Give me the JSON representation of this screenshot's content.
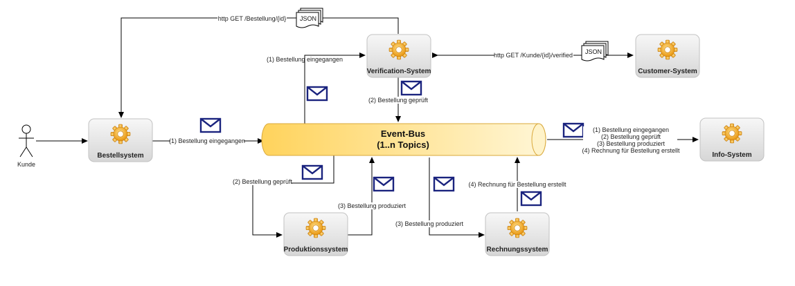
{
  "actor": {
    "label": "Kunde",
    "icon": "stick-figure-icon"
  },
  "bus": {
    "line1": "Event-Bus",
    "line2": "(1..n Topics)"
  },
  "systems": {
    "bestell": "Bestellsystem",
    "verification": "Verification-System",
    "customer": "Customer-System",
    "info": "Info-System",
    "produktion": "Produktionssystem",
    "rechnung": "Rechnungssystem"
  },
  "json_label": "JSON",
  "edges": {
    "http_bestellung": "http GET /Bestellung/{id}",
    "http_kunde": "http GET /Kunde/{id}/verified",
    "bestell_to_bus": "(1) Bestellung eingegangen",
    "bus_to_verification": "(1) Bestellung eingegangen",
    "verification_to_bus": "(2) Bestellung geprüft",
    "bus_to_produktion": "(2) Bestellung geprüft",
    "produktion_to_bus": "(3) Bestellung produziert",
    "bus_to_rechnung": "(3) Bestellung produziert",
    "rechnung_to_bus": "(4) Rechnung für Bestellung erstellt",
    "bus_to_info": [
      "(1) Bestellung eingegangen",
      "(2) Bestellung geprüft",
      "(3) Bestellung produziert",
      "(4) Rechnung für Bestellung erstellt"
    ]
  },
  "icons": {
    "node": "gear-icon",
    "message": "envelope-icon",
    "document": "json-document-icon"
  },
  "colors": {
    "bus_left": "#FFD35C",
    "bus_right": "#FFF6D6",
    "node_top": "#F5F5F5",
    "node_bottom": "#D8D8D8",
    "gear": "#F2A21B",
    "envelope": "#1A237E"
  }
}
